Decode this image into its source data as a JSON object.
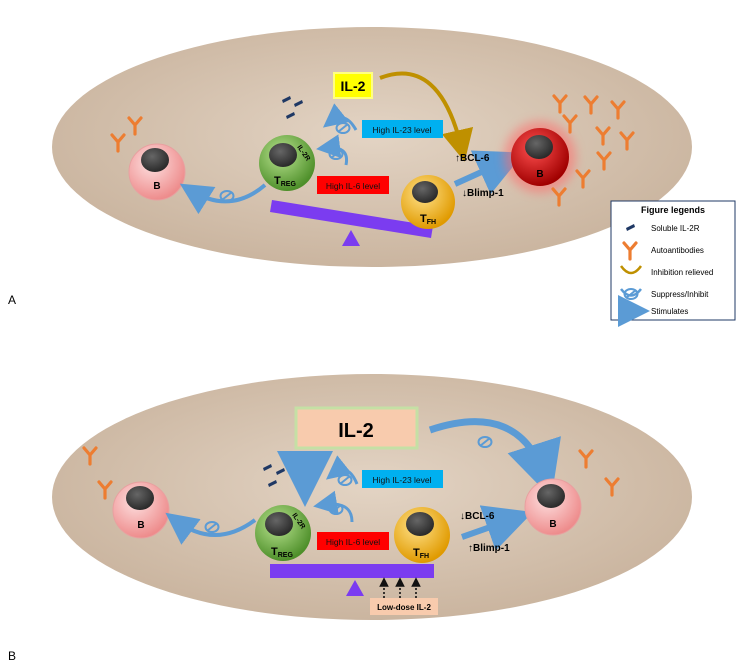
{
  "panel_a": {
    "letter": "A",
    "il2": "IL-2",
    "il23": "High IL-23 level",
    "il6": "High IL-6 level",
    "il2r": "IL-2R",
    "treg_main": "T",
    "treg_sub": "REG",
    "tfh_main": "T",
    "tfh_sub": "FH",
    "b_left": "B",
    "b_right": "B",
    "bcl6": "↑BCL-6",
    "blimp": "↓Blimp-1"
  },
  "panel_b": {
    "letter": "B",
    "il2": "IL-2",
    "il23": "High IL-23 level",
    "il6": "High IL-6 level",
    "il2r": "IL-2R",
    "treg_main": "T",
    "treg_sub": "REG",
    "tfh_main": "T",
    "tfh_sub": "FH",
    "b_left": "B",
    "b_right": "B",
    "bcl6": "↓BCL-6",
    "blimp": "↑Blimp-1",
    "low_dose": "Low-dose IL-2"
  },
  "legend": {
    "title": "Figure legends",
    "items": [
      "Soluble IL-2R",
      "Autoantibodies",
      "Inhibition relieved",
      "Suppress/Inhibit",
      "Stimulates"
    ]
  },
  "colors": {
    "ellipse": "#d6c2ae",
    "seesaw": "#7b3cf0",
    "arrow_blue": "#5b9bd5",
    "antibody": "#ed7d31",
    "receptor": "#1f3864",
    "il23_box": "#00b0f0",
    "il6_box": "#ff0000",
    "il2_a": "#ffff00",
    "il2_b": "#f8cbad",
    "treg": "#70ad47",
    "tfh": "#ffc000",
    "b_normal": "#f4a0a0",
    "b_active": "#c00000",
    "relief_arrow": "#bf9000"
  }
}
